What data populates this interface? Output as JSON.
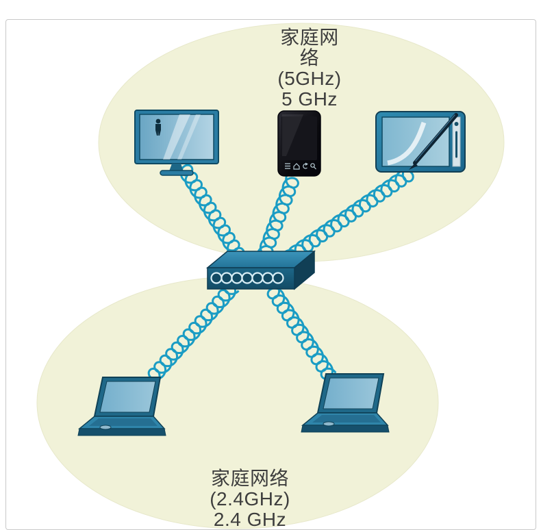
{
  "colors": {
    "zone_fill": "#f1f2d8",
    "zone_edge": "#e7e8ca",
    "device_blue": "#2a7ca3",
    "coil_blue": "#1a9cc4",
    "label_text": "#3d3d3d",
    "frame_border": "#c9c9c9"
  },
  "top_network": {
    "label_lines": [
      "家庭网",
      "络",
      "(5GHz)",
      "5 GHz"
    ],
    "devices": [
      "tv-icon",
      "smartphone-icon",
      "tablet-icon"
    ]
  },
  "bottom_network": {
    "label_lines": [
      "家庭网络",
      "(2.4GHz)",
      "2.4 GHz"
    ],
    "devices": [
      "laptop-icon",
      "laptop-icon"
    ]
  },
  "hub": {
    "device": "wireless-router-icon"
  },
  "connections": [
    {
      "from": "wireless-router",
      "to": "tv"
    },
    {
      "from": "wireless-router",
      "to": "smartphone"
    },
    {
      "from": "wireless-router",
      "to": "tablet"
    },
    {
      "from": "wireless-router",
      "to": "laptop-left"
    },
    {
      "from": "wireless-router",
      "to": "laptop-right"
    }
  ]
}
